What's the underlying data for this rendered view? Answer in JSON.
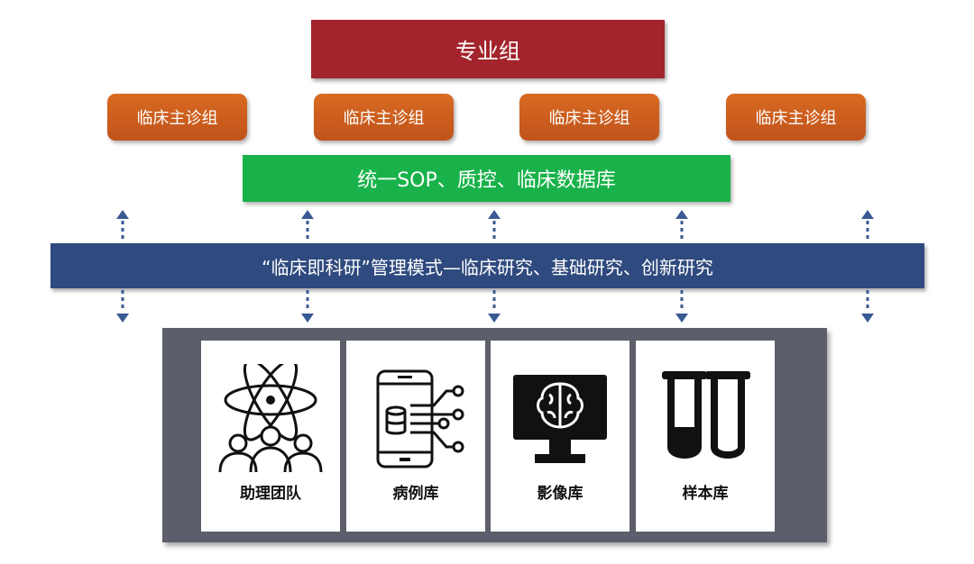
{
  "top": {
    "label": "专业组"
  },
  "clinic_groups": [
    {
      "label": "临床主诊组"
    },
    {
      "label": "临床主诊组"
    },
    {
      "label": "临床主诊组"
    },
    {
      "label": "临床主诊组"
    }
  ],
  "sop": {
    "label": "统一SOP、质控、临床数据库"
  },
  "mode": {
    "label": "“临床即科研”管理模式—临床研究、基础研究、创新研究"
  },
  "resources": [
    {
      "label": "助理团队",
      "icon": "atom-team-icon"
    },
    {
      "label": "病例库",
      "icon": "phone-database-icon"
    },
    {
      "label": "影像库",
      "icon": "monitor-brain-icon"
    },
    {
      "label": "样本库",
      "icon": "test-tubes-icon"
    }
  ],
  "colors": {
    "top": "#a3242c",
    "clinic": "#c9591c",
    "sop": "#19b24a",
    "mode": "#2f4a7e",
    "panel": "#5c5e6c",
    "arrow": "#3a5a93"
  }
}
